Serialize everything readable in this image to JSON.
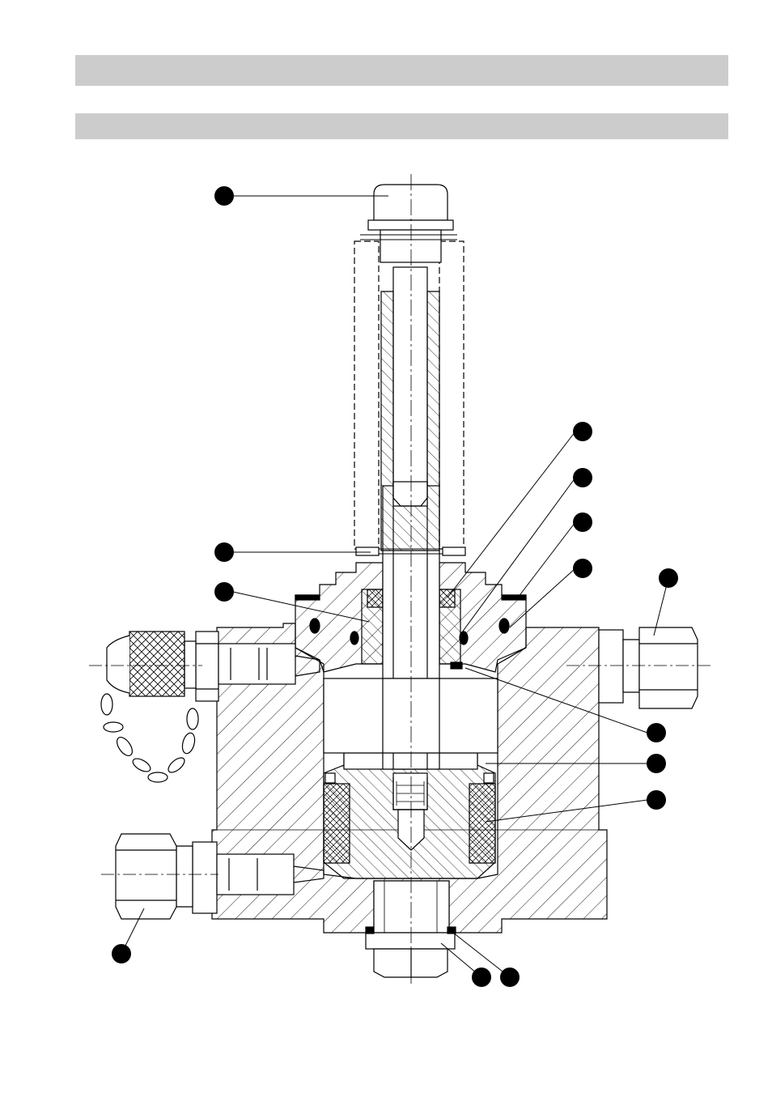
{
  "header": {
    "title": "",
    "subtitle": ""
  },
  "drawing": {
    "description_visible": false,
    "colors": {
      "header_bar": "#cccccc",
      "line": "#000000",
      "callout_marker": "#000000",
      "seal": "#000000"
    },
    "callout_markers": [
      {
        "id": "plunger-cap"
      },
      {
        "id": "retaining-ring"
      },
      {
        "id": "guide-bush"
      },
      {
        "id": "rod-seal"
      },
      {
        "id": "cover-o-ring"
      },
      {
        "id": "flat-gasket"
      },
      {
        "id": "bush-o-ring"
      },
      {
        "id": "outlet-fitting"
      },
      {
        "id": "lower-seal"
      },
      {
        "id": "piston"
      },
      {
        "id": "piston-packing"
      },
      {
        "id": "inlet-fitting"
      },
      {
        "id": "drain-plug"
      },
      {
        "id": "plug-seal"
      }
    ]
  }
}
